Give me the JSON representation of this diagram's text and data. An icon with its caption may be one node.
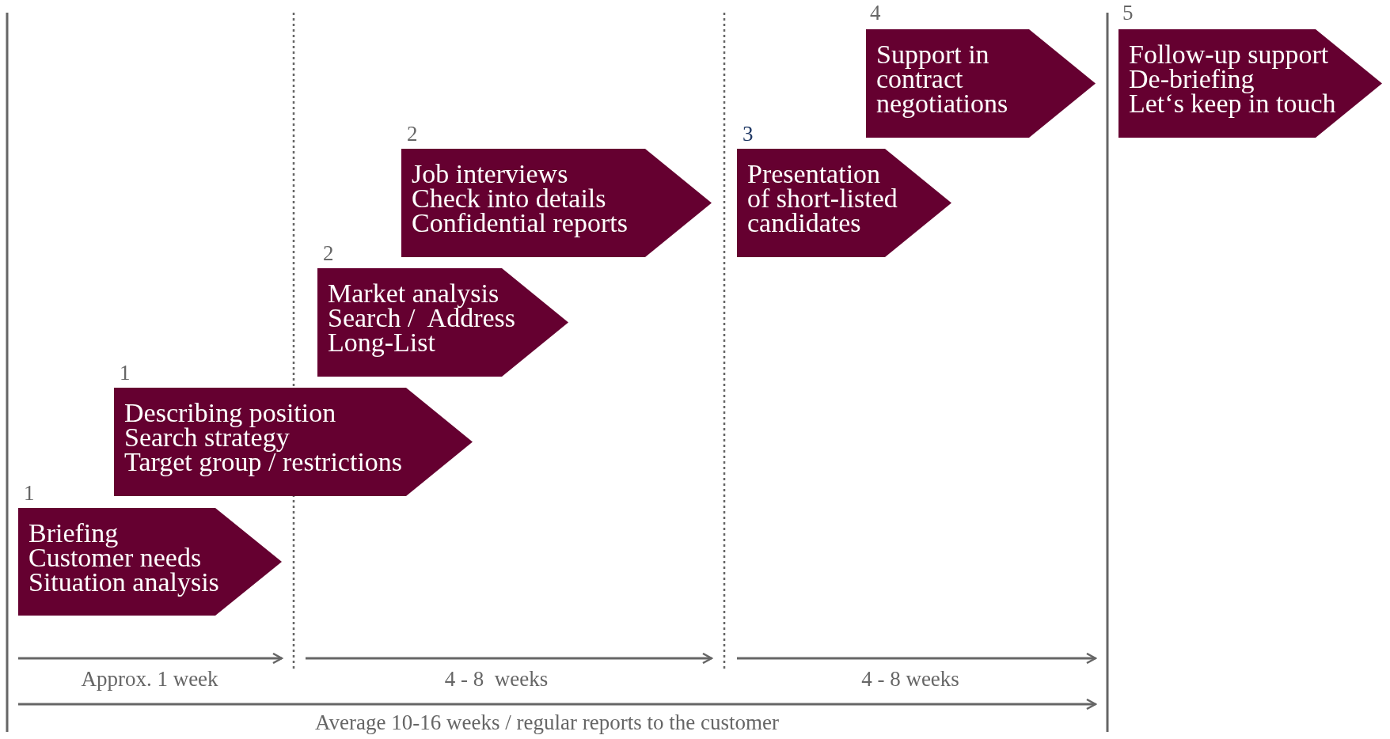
{
  "diagram": {
    "nodes": [
      {
        "text": [
          "Briefing",
          "Customer needs",
          "Situation analysis"
        ],
        "beside": [
          "1"
        ]
      },
      {
        "text": [
          "Describing position",
          "Search strategy",
          "Target group / restrictions"
        ],
        "beside": [
          "1"
        ]
      },
      {
        "text": [
          "Market analysis",
          "Search /  Address",
          "Long-List"
        ],
        "beside": [
          "2"
        ]
      },
      {
        "text": [
          "Job interviews",
          "Check into details",
          "Confidential reports"
        ],
        "beside": [
          "2"
        ]
      },
      {
        "text": [
          "Presentation",
          "of short-listed",
          "candidates"
        ],
        "beside": [
          "3"
        ]
      },
      {
        "text": [
          "Support in",
          "contract",
          "negotiations"
        ],
        "beside": [
          "4"
        ]
      },
      {
        "text": [
          "Follow-up support",
          "De-briefing",
          "Let‘s keep in touch"
        ],
        "beside": [
          "5"
        ]
      }
    ],
    "edges": [],
    "labels": [
      "Approx. 1 week",
      "4 - 8  weeks",
      "4 - 8 weeks",
      "Average 10-16 weeks / regular reports to the customer"
    ]
  }
}
